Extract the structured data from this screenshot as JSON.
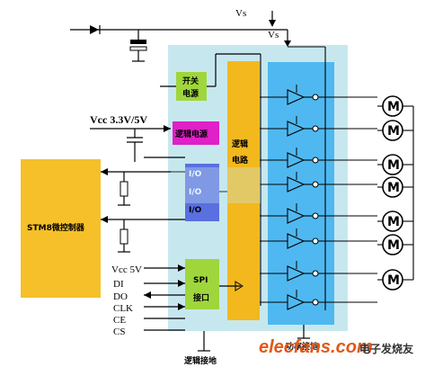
{
  "supply": {
    "vs_top": "Vs",
    "vs_chip": "Vs",
    "vcc": "Vcc 3.3V/5V"
  },
  "blocks": {
    "switch_power": [
      "开关",
      "电源"
    ],
    "logic_power": "逻辑电源",
    "logic_circuit": [
      "逻辑",
      "电路"
    ],
    "io_block_lines": [
      "I/O",
      "I/O",
      "I/O"
    ],
    "spi": [
      "SPI",
      "接口"
    ],
    "mcu": "STM8微控制器"
  },
  "signals": [
    "Vcc 5V",
    "DI",
    "DO",
    "CLK",
    "CE",
    "CS"
  ],
  "grounds": {
    "logic": "逻辑接地",
    "power": "功率接地"
  },
  "motors": [
    "M",
    "M",
    "M",
    "M",
    "M",
    "M",
    "M"
  ],
  "watermark": {
    "site": "elecfans.com",
    "cn": "电子发烧友"
  },
  "colors": {
    "chip_bg": "#c7e7ef",
    "output_bg": "#4fb8f0",
    "logic_orange": "#f2b81e",
    "switch_green": "#9fd63c",
    "logic_power_magenta": "#e020c8",
    "io_blue": "#5a6fe0",
    "mcu_yellow": "#f5c02a",
    "watermark_orange": "#e2581a"
  }
}
